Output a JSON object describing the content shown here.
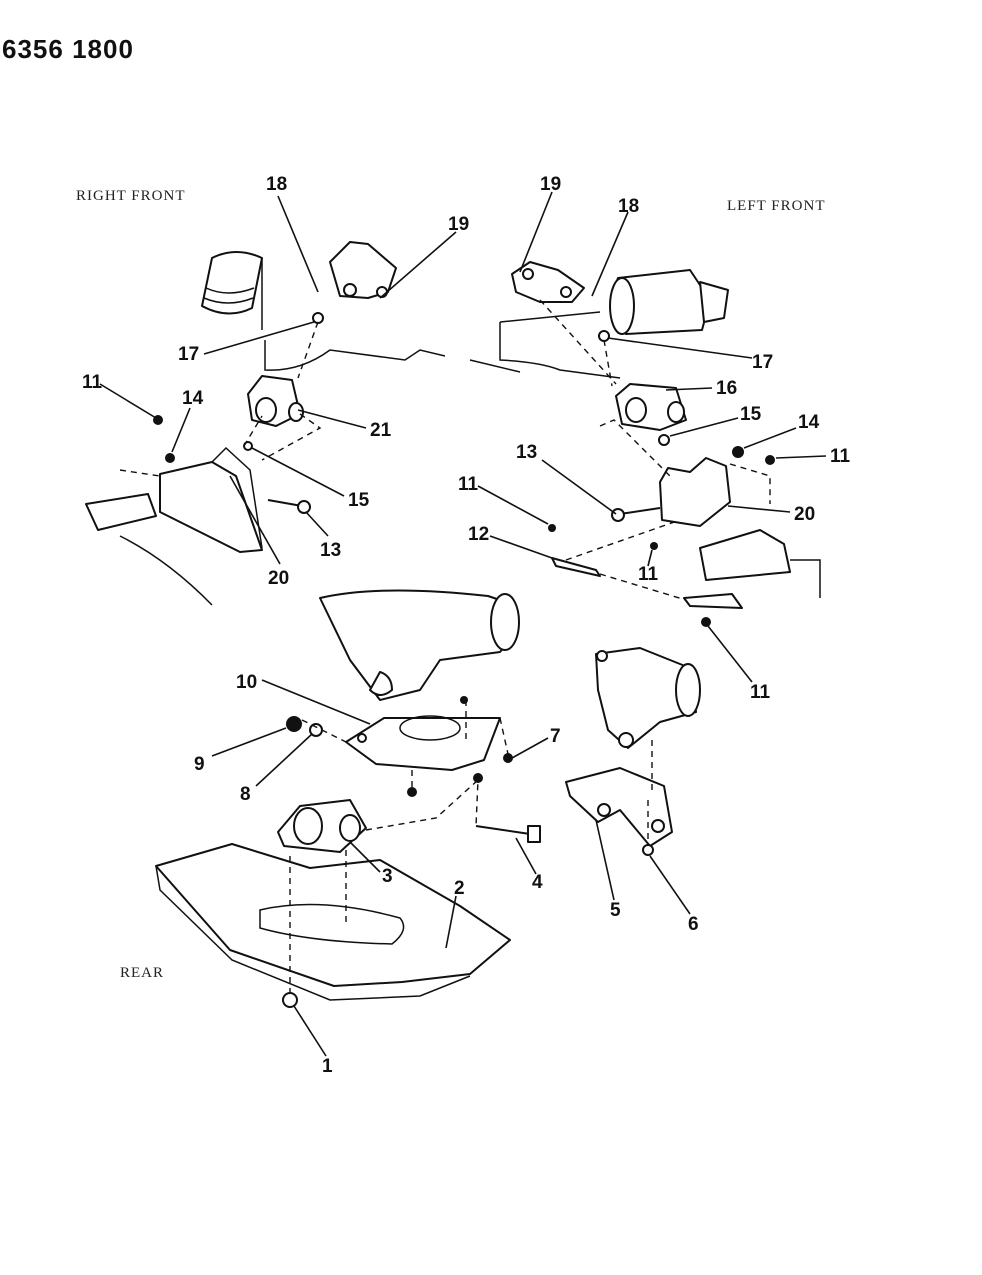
{
  "header": {
    "part_number": "6356 1800"
  },
  "regions": {
    "right_front": "RIGHT FRONT",
    "left_front": "LEFT FRONT",
    "rear": "REAR"
  },
  "callouts": {
    "c1": "1",
    "c2": "2",
    "c3": "3",
    "c4": "4",
    "c5": "5",
    "c6": "6",
    "c7": "7",
    "c8": "8",
    "c9": "9",
    "c10": "10",
    "c11a": "11",
    "c11b": "11",
    "c11c": "11",
    "c11d": "11",
    "c11e": "11",
    "c12": "12",
    "c13a": "13",
    "c13b": "13",
    "c14a": "14",
    "c14b": "14",
    "c15a": "15",
    "c15b": "15",
    "c16": "16",
    "c17a": "17",
    "c17b": "17",
    "c18a": "18",
    "c18b": "18",
    "c19a": "19",
    "c19b": "19",
    "c20a": "20",
    "c20b": "20",
    "c21": "21"
  }
}
